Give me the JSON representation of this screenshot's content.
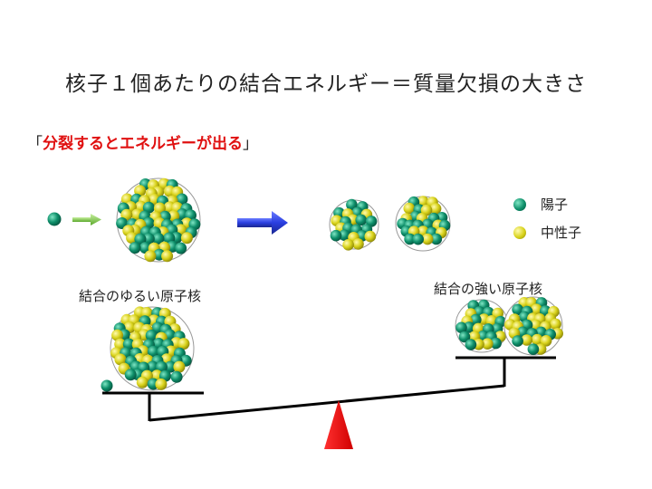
{
  "title": "核子１個あたりの結合エネルギー＝質量欠損の大きさ",
  "subtitle": {
    "open": "「",
    "highlight": "分裂するとエネルギーが出る",
    "close": "」"
  },
  "legend": {
    "proton_label": "陽子",
    "neutron_label": "中性子"
  },
  "labels": {
    "weak_nucleus": "結合のゆるい原子核",
    "strong_nucleus": "結合の強い原子核"
  },
  "colors": {
    "proton": "#0e8f6a",
    "neutron": "#d8d21a",
    "arrow_main": "#2a3fe0",
    "arrow_small": "#7fcf3a",
    "fulcrum": "#ff0000",
    "highlight_text": "#e01010"
  }
}
